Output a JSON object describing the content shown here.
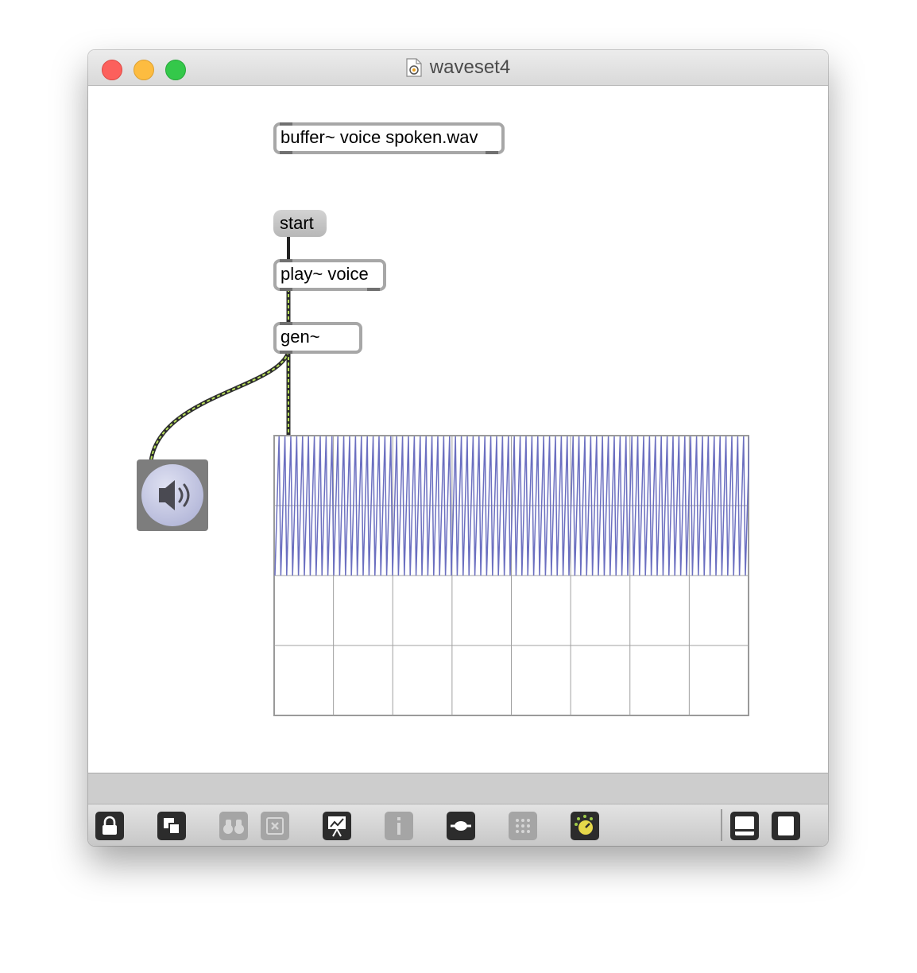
{
  "window": {
    "title": "waveset4",
    "title_icon": "max-patcher-document-icon"
  },
  "traffic_lights": {
    "close": "#fc605c",
    "minimize": "#fdbc40",
    "zoom": "#34c84a"
  },
  "objects": {
    "buffer": "buffer~ voice spoken.wav",
    "start_message": "start",
    "play": "play~ voice",
    "gen": "gen~"
  },
  "dac": {
    "icon": "speaker-icon"
  },
  "scope": {
    "waveform_color": "#6b6fc0",
    "grid_color": "#a0a0a0",
    "grid_columns": 8,
    "grid_rows": 4
  },
  "patch_cords": {
    "signal_color": "#b8e05a",
    "control_color": "#222222"
  },
  "toolbar": {
    "left_buttons": [
      "lock-icon",
      "presentation-mode-icon",
      "find-icon",
      "clear-icon",
      "patch-cords-icon",
      "inspector-icon",
      "connect-icon",
      "grid-icon",
      "audio-on-icon"
    ],
    "right_buttons": [
      "bottom-pane-icon",
      "right-pane-icon"
    ]
  }
}
